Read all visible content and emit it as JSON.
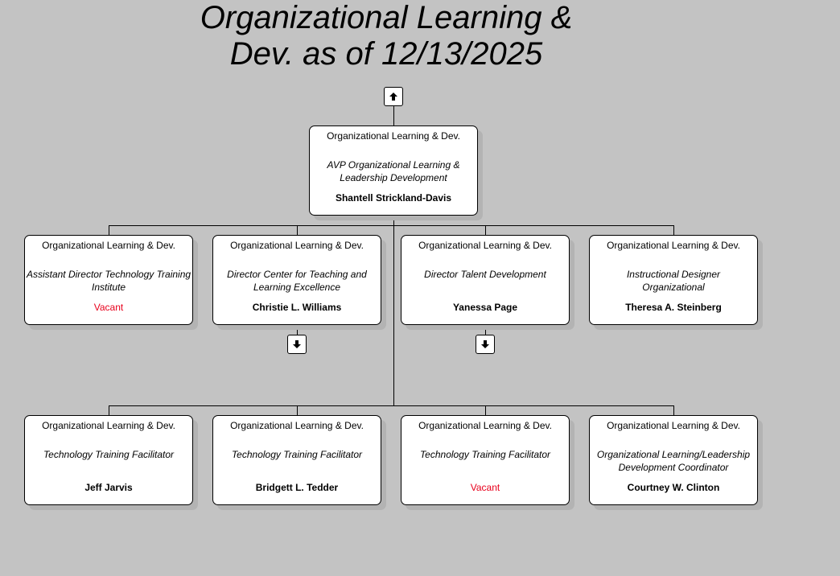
{
  "title": {
    "line1": "Organizational Learning &",
    "line2": "Dev. as of 12/13/2025"
  },
  "navigation": {
    "up_icon": "arrow-up-icon",
    "down_icon": "arrow-down-icon"
  },
  "colors": {
    "background": "#c3c3c3",
    "vacant": "#e8001c",
    "box": "#ffffff",
    "line": "#000000"
  },
  "root": {
    "department": "Organizational Learning & Dev.",
    "title": "AVP Organizational Learning & Leadership Development",
    "name": "Shantell Strickland-Davis"
  },
  "row1": [
    {
      "department": "Organizational Learning & Dev.",
      "title": "Assistant Director Technology Training Institute",
      "name": "Vacant",
      "vacant": true
    },
    {
      "department": "Organizational Learning & Dev.",
      "title": "Director Center for Teaching and Learning Excellence",
      "name": "Christie L. Williams",
      "has_reports": true
    },
    {
      "department": "Organizational Learning & Dev.",
      "title": "Director Talent Development",
      "name": "Yanessa Page",
      "has_reports": true
    },
    {
      "department": "Organizational Learning & Dev.",
      "title": "Instructional Designer Organizational",
      "name": "Theresa A. Steinberg"
    }
  ],
  "row2": [
    {
      "department": "Organizational Learning & Dev.",
      "title": "Technology Training Facilitator",
      "name": "Jeff Jarvis"
    },
    {
      "department": "Organizational Learning & Dev.",
      "title": "Technology Training Facilitator",
      "name": "Bridgett L. Tedder"
    },
    {
      "department": "Organizational Learning & Dev.",
      "title": "Technology Training Facilitator",
      "name": "Vacant",
      "vacant": true
    },
    {
      "department": "Organizational Learning & Dev.",
      "title": "Organizational Learning/Leadership Development Coordinator",
      "name": "Courtney W. Clinton"
    }
  ]
}
